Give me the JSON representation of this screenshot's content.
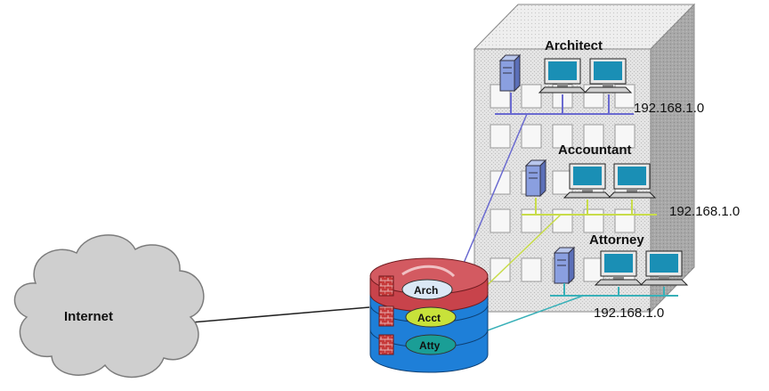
{
  "internet": {
    "label": "Internet"
  },
  "floors": [
    {
      "name": "Architect",
      "subnet": "192.168.1.0",
      "color": "#6a6ad0"
    },
    {
      "name": "Accountant",
      "subnet": "192.168.1.0",
      "color": "#c8dc4a"
    },
    {
      "name": "Attorney",
      "subnet": "192.168.1.0",
      "color": "#38b0b8"
    }
  ],
  "router": {
    "vlans": [
      {
        "label": "Arch",
        "color": "#dbe8f5"
      },
      {
        "label": "Acct",
        "color": "#c8e23a"
      },
      {
        "label": "Atty",
        "color": "#1a9e96"
      }
    ]
  },
  "colors": {
    "building_front": "#dcdcdc",
    "building_side": "#a9a9a9",
    "cloud": "#cfcfcf",
    "router_top": "#c8434b",
    "router_body": "#1e7fd8"
  }
}
